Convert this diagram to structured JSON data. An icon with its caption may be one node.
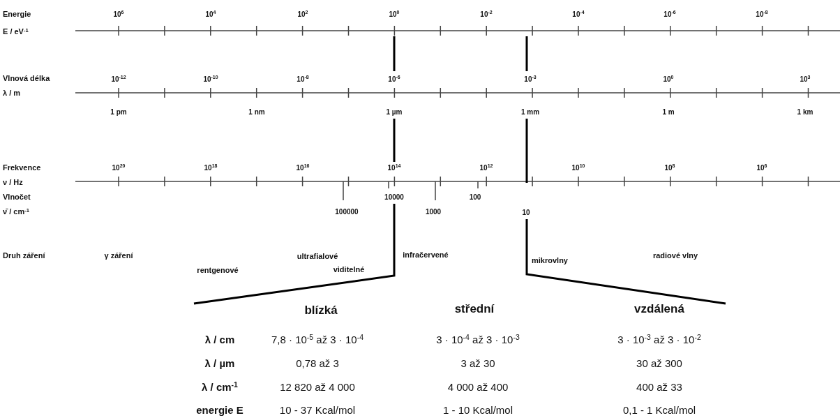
{
  "diagram": {
    "labels": [
      "Energie",
      "10$^{6}$",
      "10$^{4}$",
      "10$^{2}$",
      "10$^{0}$",
      "10$^{-2}$",
      "10$^{-4}$",
      "10$^{-6}$",
      "10$^{-8}$",
      "E / eV$^{-1}$",
      "Vlnová délka",
      "10$^{-12}$",
      "10$^{-10}$",
      "10$^{-8}$",
      "10$^{-6}$",
      "10$^{-3}$",
      "10$^{0}$",
      "10$^{3}$",
      "λ / m",
      "1 pm",
      "1 nm",
      "1 µm",
      "1 mm",
      "1 m",
      "1 km",
      "Frekvence",
      "10$^{20}$",
      "10$^{18}$",
      "10$^{16}$",
      "10$^{14}$",
      "10$^{12}$",
      "10$^{10}$",
      "10$^{8}$",
      "10$^{6}$",
      "ν / Hz",
      "Vlnočet",
      "10000",
      "100",
      "ν̄ / cm$^{-1}$",
      "100000",
      "1000",
      "10",
      "Druh záření",
      "γ záření",
      "ultrafialové",
      "infračervené",
      "radiové vlny",
      "mikrovlny",
      "rentgenové",
      "viditelné",
      "blízká",
      "střední",
      "vzdálená",
      "λ / cm",
      "7,8 · 10$^{-5}$ až 3 · 10$^{-4}$",
      "3 · 10$^{-4}$ až 3 · 10$^{-3}$",
      "3 · 10$^{-3}$ až 3 · 10$^{-2}$",
      "λ / µm",
      "0,78 až 3",
      "3 až 30",
      "30 až 300",
      "λ / cm$^{-1}$",
      "12 820 až 4 000",
      "4 000 až 400",
      "400 až 33",
      "energie E",
      "10 - 37 Kcal/mol",
      "1 - 10 Kcal/mol",
      "0,1 - 1 Kcal/mol"
    ]
  }
}
